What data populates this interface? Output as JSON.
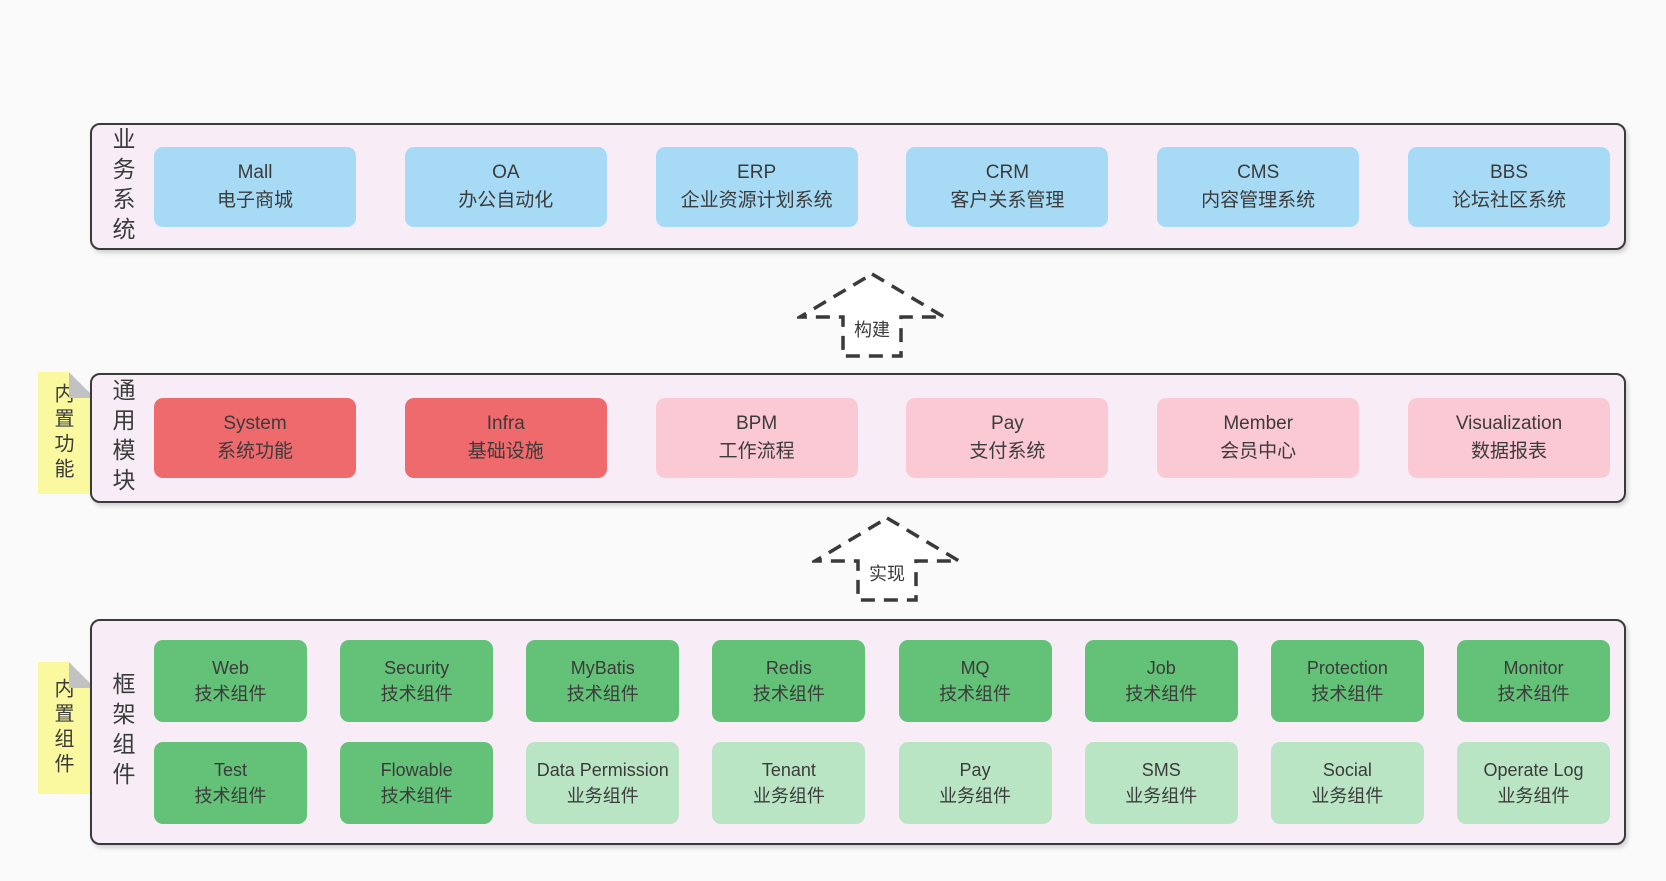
{
  "diagram": {
    "colors": {
      "page_bg": "#fafafa",
      "container_bg": "#f8edf7",
      "tab_bg": "#fbf9a0",
      "blue": "#a7dbf5",
      "red": "#ee6a6d",
      "pink": "#fbc9d3",
      "green": "#63c277",
      "lightgreen": "#b9e5c4"
    },
    "arrows": [
      {
        "label": "构建"
      },
      {
        "label": "实现"
      }
    ],
    "layers": {
      "business": {
        "label": "业务系统",
        "boxes": [
          {
            "name": "Mall",
            "desc": "电子商城",
            "variant": "blue"
          },
          {
            "name": "OA",
            "desc": "办公自动化",
            "variant": "blue"
          },
          {
            "name": "ERP",
            "desc": "企业资源计划系统",
            "variant": "blue"
          },
          {
            "name": "CRM",
            "desc": "客户关系管理",
            "variant": "blue"
          },
          {
            "name": "CMS",
            "desc": "内容管理系统",
            "variant": "blue"
          },
          {
            "name": "BBS",
            "desc": "论坛社区系统",
            "variant": "blue"
          }
        ]
      },
      "modules": {
        "label": "通用模块",
        "tab": "内置功能",
        "boxes": [
          {
            "name": "System",
            "desc": "系统功能",
            "variant": "red"
          },
          {
            "name": "Infra",
            "desc": "基础设施",
            "variant": "red"
          },
          {
            "name": "BPM",
            "desc": "工作流程",
            "variant": "pink"
          },
          {
            "name": "Pay",
            "desc": "支付系统",
            "variant": "pink"
          },
          {
            "name": "Member",
            "desc": "会员中心",
            "variant": "pink"
          },
          {
            "name": "Visualization",
            "desc": "数据报表",
            "variant": "pink"
          }
        ]
      },
      "components": {
        "label": "框架组件",
        "tab": "内置组件",
        "rows": [
          [
            {
              "name": "Web",
              "desc": "技术组件",
              "variant": "green"
            },
            {
              "name": "Security",
              "desc": "技术组件",
              "variant": "green"
            },
            {
              "name": "MyBatis",
              "desc": "技术组件",
              "variant": "green"
            },
            {
              "name": "Redis",
              "desc": "技术组件",
              "variant": "green"
            },
            {
              "name": "MQ",
              "desc": "技术组件",
              "variant": "green"
            },
            {
              "name": "Job",
              "desc": "技术组件",
              "variant": "green"
            },
            {
              "name": "Protection",
              "desc": "技术组件",
              "variant": "green"
            },
            {
              "name": "Monitor",
              "desc": "技术组件",
              "variant": "green"
            }
          ],
          [
            {
              "name": "Test",
              "desc": "技术组件",
              "variant": "green"
            },
            {
              "name": "Flowable",
              "desc": "技术组件",
              "variant": "green"
            },
            {
              "name": "Data Permission",
              "desc": "业务组件",
              "variant": "lightgreen"
            },
            {
              "name": "Tenant",
              "desc": "业务组件",
              "variant": "lightgreen"
            },
            {
              "name": "Pay",
              "desc": "业务组件",
              "variant": "lightgreen"
            },
            {
              "name": "SMS",
              "desc": "业务组件",
              "variant": "lightgreen"
            },
            {
              "name": "Social",
              "desc": "业务组件",
              "variant": "lightgreen"
            },
            {
              "name": "Operate Log",
              "desc": "业务组件",
              "variant": "lightgreen"
            }
          ]
        ]
      }
    }
  }
}
